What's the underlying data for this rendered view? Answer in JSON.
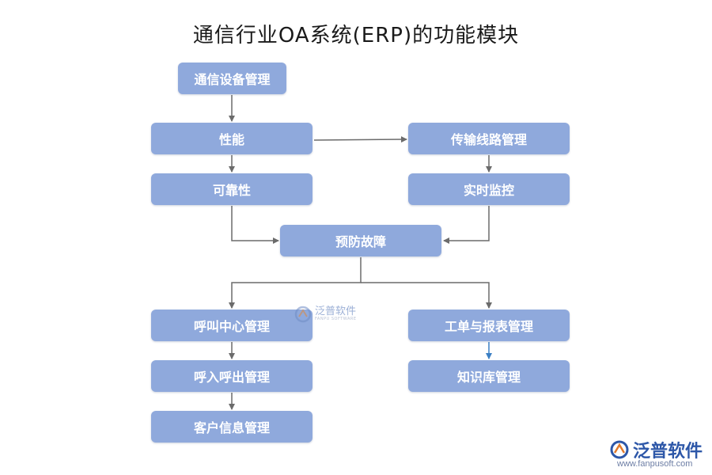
{
  "title": "通信行业OA系统(ERP)的功能模块",
  "nodes": {
    "equipment": "通信设备管理",
    "performance": "性能",
    "reliability": "可靠性",
    "transmission": "传输线路管理",
    "monitoring": "实时监控",
    "prevention": "预防故障",
    "callcenter": "呼叫中心管理",
    "inout": "呼入呼出管理",
    "customer": "客户信息管理",
    "workorder": "工单与报表管理",
    "knowledge": "知识库管理"
  },
  "watermark": {
    "name": "泛普软件",
    "subtitle": "FANPU SOFTWARE"
  },
  "brand": {
    "name": "泛普软件",
    "url": "www.fanpusoft.com"
  },
  "colors": {
    "node_fill": "#8fa9dc",
    "arrow": "#6b6b6b",
    "arrow_blue": "#3b7fc4"
  }
}
